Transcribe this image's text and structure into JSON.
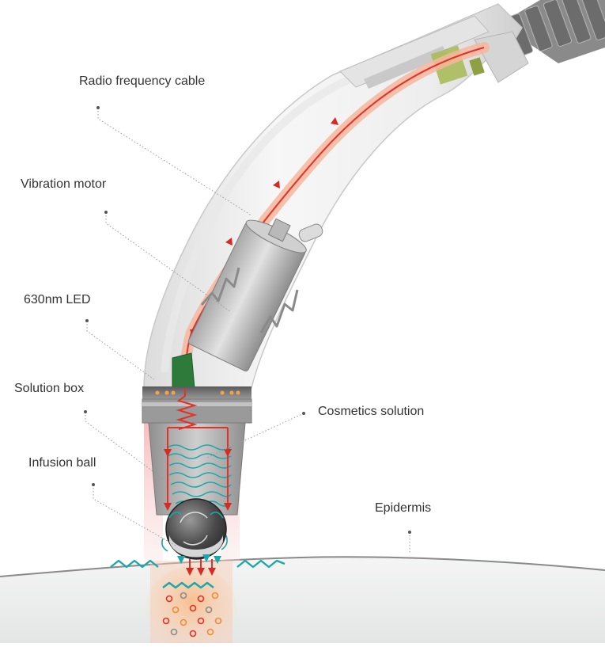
{
  "labels": {
    "rf_cable": "Radio frequency cable",
    "vibration_motor": "Vibration motor",
    "led": "630nm LED",
    "solution_box": "Solution box",
    "cosmetics_solution": "Cosmetics solution",
    "infusion_ball": "Infusion ball",
    "epidermis": "Epidermis"
  },
  "colors": {
    "label_text": "#333333",
    "leader": "#9a9a9a",
    "cable": "#e3312a",
    "cable_glow": "#f6b69c",
    "led_green": "#2e7a3a",
    "solution_wave": "#1aa8a8",
    "red_light": "#f7c3c3",
    "skin": "#eceeed"
  }
}
